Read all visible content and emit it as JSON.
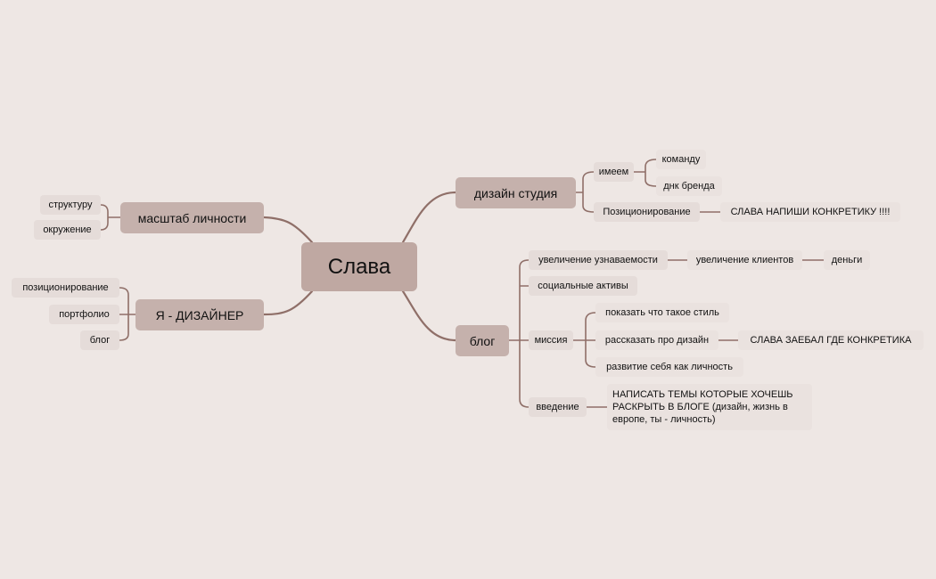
{
  "root": {
    "label": "Слава"
  },
  "left": {
    "scale": {
      "label": "масштаб личности",
      "children": [
        "структуру",
        "окружение"
      ]
    },
    "designer": {
      "label": "Я - ДИЗАЙНЕР",
      "children": [
        "позиционирование",
        "портфолио",
        "блог"
      ]
    }
  },
  "right": {
    "studio": {
      "label": "дизайн студия",
      "have": {
        "label": "имеем",
        "children": [
          "команду",
          "днк бренда"
        ]
      },
      "positioning": {
        "label": "Позиционирование",
        "note": "СЛАВА НАПИШИ КОНКРЕТИКУ !!!!"
      }
    },
    "blog": {
      "label": "блог",
      "awareness": {
        "label": "увеличение узнаваемости",
        "next": "увеличение клиентов",
        "last": "деньги"
      },
      "social": {
        "label": "социальные активы"
      },
      "mission": {
        "label": "миссия",
        "style": "показать что такое стиль",
        "tell": {
          "label": "рассказать про дизайн",
          "note": "СЛАВА ЗАЕБАЛ ГДЕ КОНКРЕТИКА"
        },
        "growth": "развитие себя как личность"
      },
      "intro": {
        "label": "введение",
        "note": "НАПИСАТЬ ТЕМЫ КОТОРЫЕ ХОЧЕШЬ РАСКРЫТЬ В БЛОГЕ (дизайн, жизнь в европе, ты - личность)"
      }
    }
  },
  "colors": {
    "background": "#eee7e4",
    "root": "#bfa8a2",
    "main_topic": "#c5b1ac",
    "subtopic": "#e5dcd9",
    "connector": "#8f6f68"
  }
}
